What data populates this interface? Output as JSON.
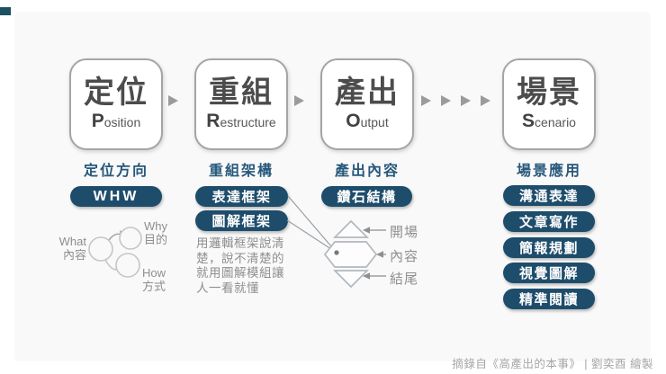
{
  "flow": {
    "steps": [
      {
        "zh": "定位",
        "en_initial": "P",
        "en_rest": "osition",
        "label": "定位方向"
      },
      {
        "zh": "重組",
        "en_initial": "R",
        "en_rest": "estructure",
        "label": "重組架構"
      },
      {
        "zh": "產出",
        "en_initial": "O",
        "en_rest": "utput",
        "label": "產出內容"
      },
      {
        "zh": "場景",
        "en_initial": "S",
        "en_rest": "cenario",
        "label": "場景應用"
      }
    ]
  },
  "position_column": {
    "pill": "WHW",
    "sketch": {
      "what": "What\n內容",
      "why": "Why\n目的",
      "how": "How\n方式"
    }
  },
  "restructure_column": {
    "pills": [
      "表達框架",
      "圖解框架"
    ],
    "note": "用邏輯框架說清\n楚，說不清楚的\n就用圖解模組讓\n人一看就懂"
  },
  "output_column": {
    "pill": "鑽石結構",
    "diamond_labels": [
      "開場",
      "內容",
      "結尾"
    ]
  },
  "scenario_column": {
    "pills": [
      "溝通表達",
      "文章寫作",
      "簡報規劃",
      "視覺圖解",
      "精準閱讀"
    ]
  },
  "footer": {
    "credit": "摘錄自《高產出的本事》 | 劉奕酉 繪製"
  },
  "colors": {
    "navy": "#1e4d6c",
    "arrow_gray": "#9b9b9b",
    "sketch_gray": "#c6c6c6"
  }
}
